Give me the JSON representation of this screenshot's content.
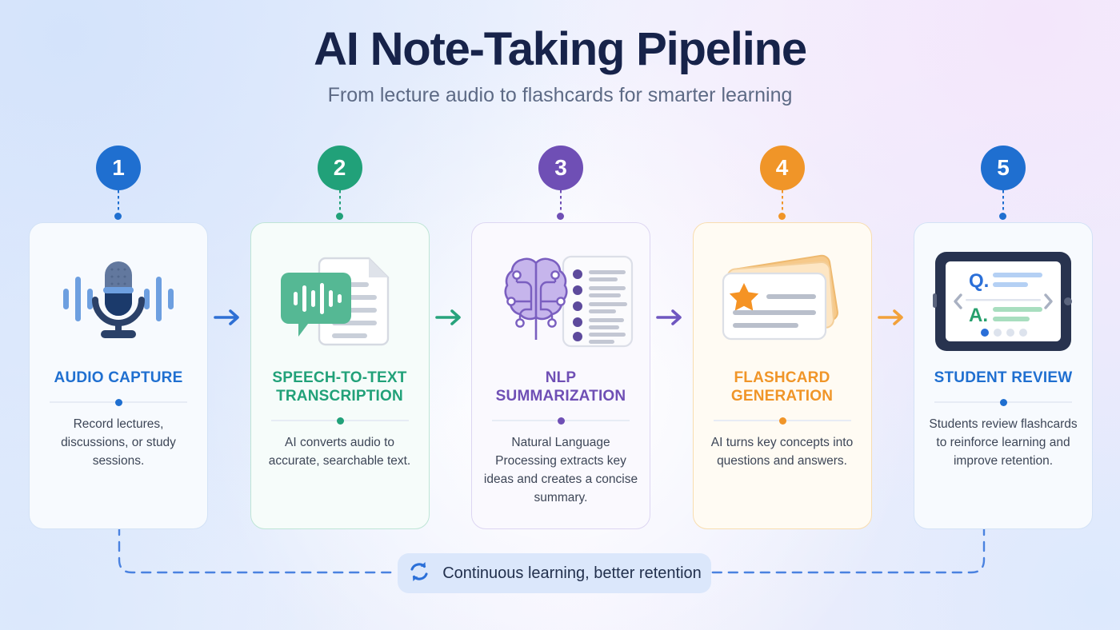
{
  "header": {
    "title": "AI Note-Taking Pipeline",
    "subtitle": "From lecture audio to flashcards for smarter learning"
  },
  "steps": [
    {
      "number": "1",
      "title": "AUDIO CAPTURE",
      "description": "Record lectures, discussions, or study sessions.",
      "color": "#1f6fd0",
      "card_bg": "#f7fafe",
      "card_border": "#d3e2f6",
      "icon": "microphone-icon"
    },
    {
      "number": "2",
      "title": "SPEECH-TO-TEXT TRANSCRIPTION",
      "description": "AI converts audio to accurate, searchable text.",
      "color": "#21a179",
      "card_bg": "#f6fcfa",
      "card_border": "#bfe5d6",
      "icon": "speech-to-document-icon"
    },
    {
      "number": "3",
      "title": "NLP SUMMARIZATION",
      "description": "Natural Language Processing extracts key ideas and creates a concise summary.",
      "color": "#6f4fb5",
      "card_bg": "#faf9fe",
      "card_border": "#ddd6f2",
      "icon": "brain-summary-icon"
    },
    {
      "number": "4",
      "title": "FLASHCARD GENERATION",
      "description": "AI turns key concepts into questions and answers.",
      "color": "#f09528",
      "card_bg": "#fffbf3",
      "card_border": "#f8ddb0",
      "icon": "flashcard-stack-icon"
    },
    {
      "number": "5",
      "title": "STUDENT REVIEW",
      "description": "Students review flashcards to reinforce learning and improve retention.",
      "color": "#1f6fd0",
      "card_bg": "#f7fafe",
      "card_border": "#d3e2f6",
      "icon": "tablet-review-icon"
    }
  ],
  "arrows": [
    {
      "name": "arrow-step1-to-step2",
      "color": "#2e6fd4"
    },
    {
      "name": "arrow-step2-to-step3",
      "color": "#27a37c"
    },
    {
      "name": "arrow-step3-to-step4",
      "color": "#6f56c0"
    },
    {
      "name": "arrow-step4-to-step5",
      "color": "#f2a13a"
    }
  ],
  "tablet_screen": {
    "question_label": "Q.",
    "answer_label": "A.",
    "question_color": "#2a6fd8",
    "answer_color": "#27a06d",
    "dots_total": 4,
    "dot_active_index": 1
  },
  "footer": {
    "text": "Continuous learning, better retention",
    "icon": "refresh-sync-icon",
    "icon_color": "#2a6fd8",
    "badge_bg": "#dbe7fb",
    "loop_color": "#4a82e0"
  }
}
